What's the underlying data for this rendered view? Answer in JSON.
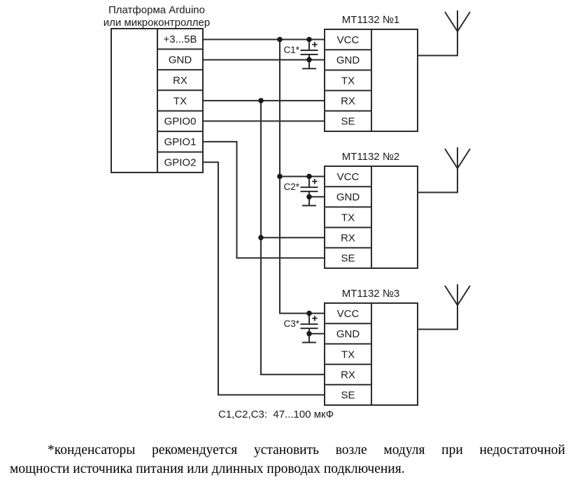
{
  "diagram": {
    "arduino": {
      "title_line1": "Платформа Arduino",
      "title_line2": "или микроконтроллер",
      "pins": [
        "+3...5В",
        "GND",
        "RX",
        "TX",
        "GPIO0",
        "GPIO1",
        "GPIO2"
      ]
    },
    "modules": [
      {
        "title": "MT1132 №1",
        "cap_label": "C1*",
        "pins": [
          "VCC",
          "GND",
          "TX",
          "RX",
          "SE"
        ]
      },
      {
        "title": "MT1132 №2",
        "cap_label": "C2*",
        "pins": [
          "VCC",
          "GND",
          "TX",
          "RX",
          "SE"
        ]
      },
      {
        "title": "MT1132 №3",
        "cap_label": "C3*",
        "pins": [
          "VCC",
          "GND",
          "TX",
          "RX",
          "SE"
        ]
      }
    ],
    "plus_sign": "+",
    "capacitor_note": "C1,C2,C3:  47...100 мкФ"
  },
  "footnote": {
    "line1": "*конденсаторы рекомендуется установить возле модуля при недостаточной",
    "line2": "мощности источника питания или длинных проводах подключения."
  },
  "colors": {
    "line": "#2b2b2b",
    "text": "#1a1a1a",
    "background": "#ffffff"
  }
}
